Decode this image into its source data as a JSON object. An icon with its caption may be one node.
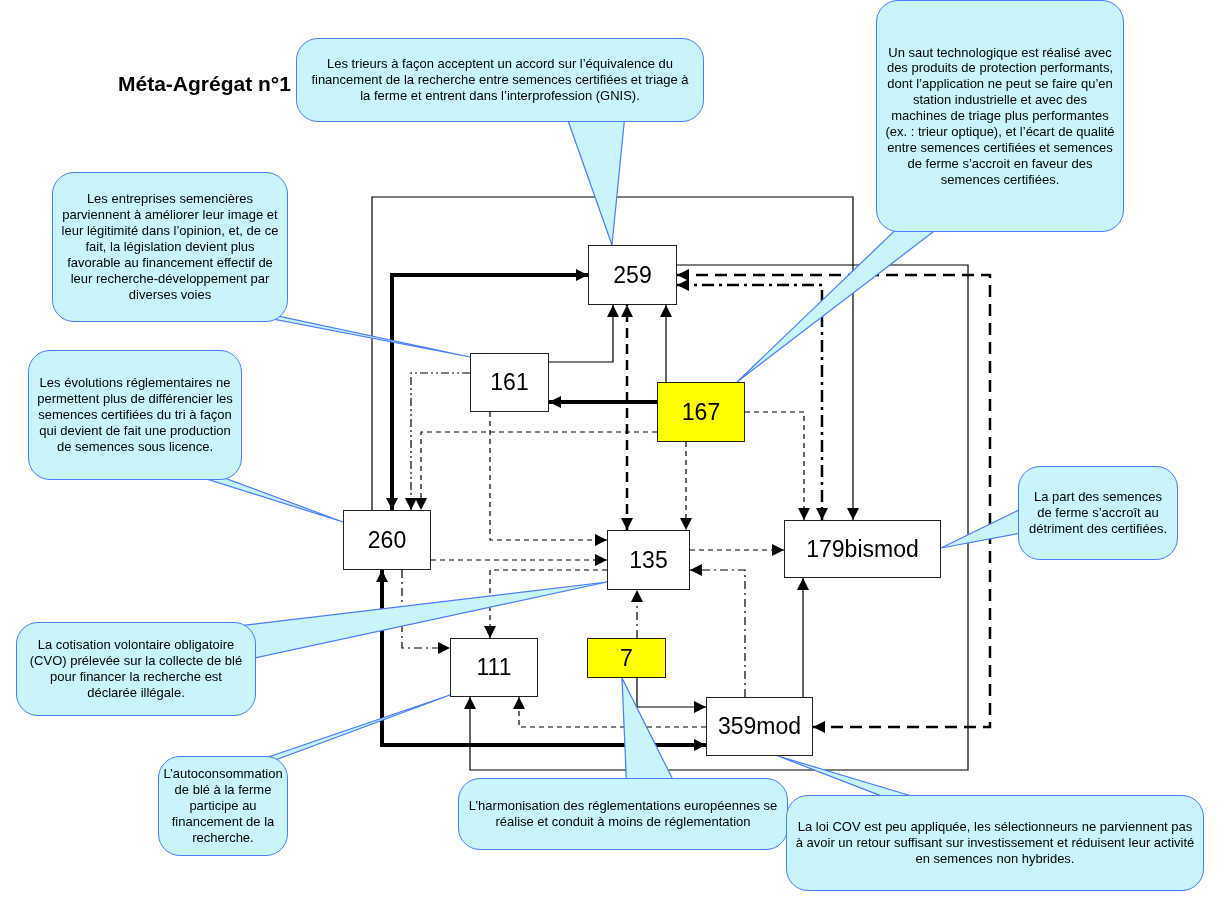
{
  "diagram": {
    "title": "Méta-Agrégat n°1",
    "nodes": [
      {
        "text": [
          "259"
        ]
      },
      {
        "text": [
          "161"
        ]
      },
      {
        "text": [
          "167"
        ]
      },
      {
        "text": [
          "260"
        ]
      },
      {
        "text": [
          "135"
        ]
      },
      {
        "text": [
          "179bismod"
        ]
      },
      {
        "text": [
          "111"
        ]
      },
      {
        "text": [
          "7"
        ]
      },
      {
        "text": [
          "359mod"
        ]
      },
      {
        "text": [
          "Les trieurs à façon acceptent un accord sur l’équivalence du financement de la recherche entre semences certifiées et triage à la ferme et entrent dans l’interprofession (GNIS)."
        ]
      },
      {
        "text": [
          "Un saut technologique est réalisé avec des produits de protection performants, dont l’application ne peut se faire qu’en station industrielle et avec des machines de triage plus performantes (ex. : trieur optique), et l’écart de qualité entre semences certifiées et semences de ferme s’accroit en faveur des semences certifiées."
        ]
      },
      {
        "text": [
          "Les entreprises semencières parviennent à améliorer leur image et leur légitimité dans l’opinion, et, de ce fait, la législation devient plus favorable au financement effectif de leur recherche-développement par diverses voies"
        ]
      },
      {
        "text": [
          "Les évolutions réglementaires ne permettent plus de différencier les semences certifiées du tri à façon qui devient de fait une production de semences sous licence."
        ]
      },
      {
        "text": [
          "La part des semences de ferme s’accroît au détriment des certifiées."
        ]
      },
      {
        "text": [
          "La cotisation volontaire obligatoire (CVO) prélevée sur la collecte de blé pour financer la recherche est déclarée illégale."
        ]
      },
      {
        "text": [
          "L’autoconsommation de blé à la ferme participe au financement de la recherche."
        ]
      },
      {
        "text": [
          "L’harmonisation des réglementations européennes se réalise et conduit à moins de réglementation"
        ]
      },
      {
        "text": [
          "La loi COV est peu appliquée, les sélectionneurs ne parviennent pas à avoir un retour suffisant sur investissement et réduisent leur activité en semences non hybrides."
        ]
      }
    ],
    "edges": [
      {
        "from": 1,
        "to": 0,
        "arrow": "to"
      },
      {
        "from": 2,
        "to": 0,
        "arrow": "to"
      },
      {
        "from": 2,
        "to": 1,
        "arrow": "to",
        "style": "thick"
      },
      {
        "from": 4,
        "to": 0,
        "arrow": "both",
        "style": "dashed"
      },
      {
        "from": 3,
        "to": 0,
        "arrow": "both",
        "style": "thick"
      },
      {
        "from": 0,
        "to": 5,
        "arrow": "both",
        "style": "dashed"
      },
      {
        "from": 0,
        "to": 8,
        "arrow": "both",
        "style": "dashed"
      },
      {
        "from": 3,
        "to": 8,
        "arrow": "both",
        "style": "thick"
      },
      {
        "from": 3,
        "to": 5,
        "arrow": "to"
      },
      {
        "from": 0,
        "to": 6,
        "arrow": "to"
      },
      {
        "from": 7,
        "to": 8,
        "arrow": "to"
      },
      {
        "from": 8,
        "to": 6,
        "arrow": "to",
        "style": "dashed"
      },
      {
        "from": 7,
        "to": 4,
        "arrow": "to",
        "style": "dashed"
      },
      {
        "from": 8,
        "to": 5,
        "arrow": "to"
      },
      {
        "from": 8,
        "to": 4,
        "arrow": "to",
        "style": "dashed"
      },
      {
        "from": 4,
        "to": 5,
        "arrow": "to",
        "style": "dashed"
      },
      {
        "from": 2,
        "to": 4,
        "arrow": "to",
        "style": "dashed"
      },
      {
        "from": 2,
        "to": 5,
        "arrow": "to",
        "style": "dashed"
      },
      {
        "from": 2,
        "to": 3,
        "arrow": "to",
        "style": "dashed"
      },
      {
        "from": 1,
        "to": 3,
        "arrow": "to",
        "style": "dashed"
      },
      {
        "from": 1,
        "to": 4,
        "arrow": "to",
        "style": "dashed"
      },
      {
        "from": 3,
        "to": 4,
        "arrow": "to",
        "style": "dashed"
      },
      {
        "from": 4,
        "to": 6,
        "arrow": "to",
        "style": "dashed"
      },
      {
        "from": 3,
        "to": 6,
        "arrow": "to",
        "style": "dashed"
      },
      {
        "from": 9,
        "to": 0,
        "arrow": "none"
      },
      {
        "from": 10,
        "to": 2,
        "arrow": "none"
      },
      {
        "from": 11,
        "to": 1,
        "arrow": "none"
      },
      {
        "from": 12,
        "to": 3,
        "arrow": "none"
      },
      {
        "from": 13,
        "to": 5,
        "arrow": "none"
      },
      {
        "from": 14,
        "to": 4,
        "arrow": "none"
      },
      {
        "from": 15,
        "to": 6,
        "arrow": "none"
      },
      {
        "from": 16,
        "to": 7,
        "arrow": "none"
      },
      {
        "from": 17,
        "to": 8,
        "arrow": "none"
      }
    ]
  }
}
